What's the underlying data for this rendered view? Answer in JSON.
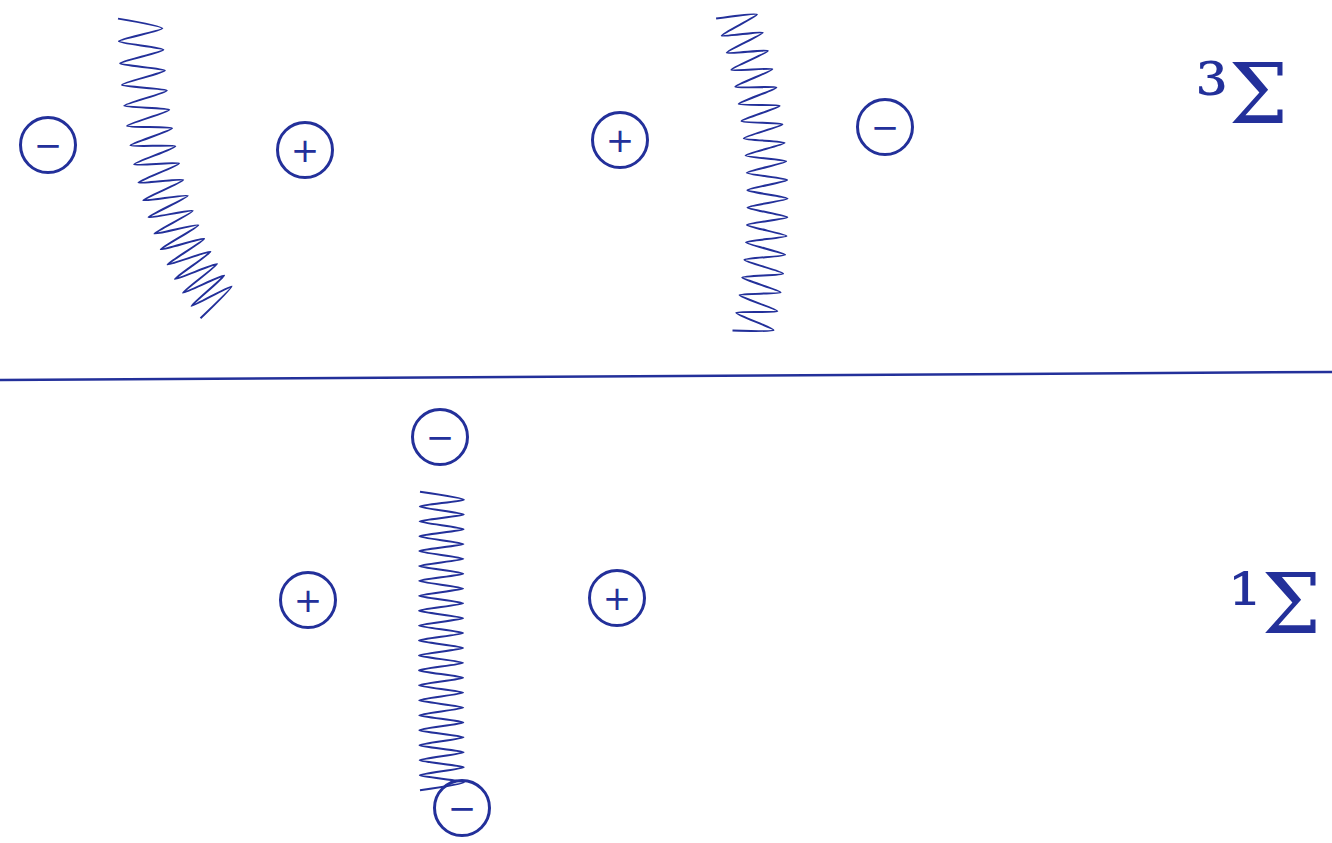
{
  "diagram": {
    "nodes": [
      {
        "text": [
          "−"
        ]
      },
      {
        "text": [
          "+"
        ]
      },
      {
        "text": [
          "+"
        ]
      },
      {
        "text": [
          "−"
        ]
      },
      {
        "text": [
          "−"
        ]
      },
      {
        "text": [
          "+"
        ]
      },
      {
        "text": [
          "+"
        ]
      },
      {
        "text": [
          "−"
        ]
      }
    ],
    "labels": [
      "³Σ",
      "¹Σ"
    ]
  }
}
